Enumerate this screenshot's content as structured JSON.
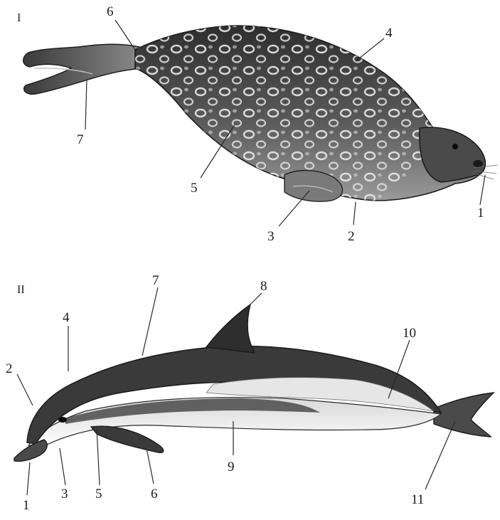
{
  "panels": [
    {
      "id": "I",
      "section_label": "I",
      "animal_icon": "seal-illustration-icon",
      "labels": [
        "1",
        "2",
        "3",
        "4",
        "5",
        "6",
        "7"
      ]
    },
    {
      "id": "II",
      "section_label": "II",
      "animal_icon": "dolphin-illustration-icon",
      "labels": [
        "1",
        "2",
        "3",
        "4",
        "5",
        "6",
        "7",
        "8",
        "9",
        "10",
        "11"
      ]
    }
  ]
}
